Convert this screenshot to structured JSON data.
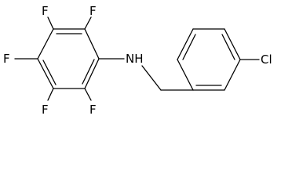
{
  "molecule": {
    "atoms": {
      "f_top_left": "F",
      "f_top_right": "F",
      "f_left": "F",
      "f_bottom_left": "F",
      "f_bottom_right": "F",
      "nh": "NH",
      "cl": "Cl"
    },
    "colors": {
      "bond": "#000000",
      "label": "#000000",
      "background": "#ffffff"
    }
  }
}
